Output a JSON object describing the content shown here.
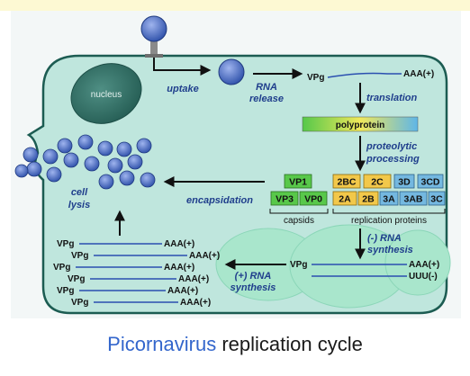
{
  "caption": {
    "link": "Picornavirus",
    "rest": " replication cycle"
  },
  "labels": {
    "nucleus": "nucleus",
    "uptake": "uptake",
    "rna_release": [
      "RNA",
      "release"
    ],
    "vpg": "VPg",
    "aaa": "AAA(+)",
    "uuu": "UUU(-)",
    "translation": "translation",
    "polyprotein": "polyprotein",
    "proteolytic": [
      "proteolytic",
      "processing"
    ],
    "encapsidation": "encapsidation",
    "cell_lysis": [
      "cell",
      "lysis"
    ],
    "capsids": "capsids",
    "replication_proteins": "replication  proteins",
    "minus_synth": [
      "(-) RNA",
      "synthesis"
    ],
    "plus_synth": [
      "(+) RNA",
      "synthesis"
    ]
  },
  "capsid_proteins": [
    "VP1",
    "VP3",
    "VP0"
  ],
  "replication_protein_boxes": [
    "2BC",
    "2C",
    "3D",
    "3CD",
    "2A",
    "2B",
    "3A",
    "3AB",
    "3C"
  ],
  "colors": {
    "cell_fill": "#bfe6dd",
    "cell_stroke": "#1c5c52",
    "nucleus": "#2f6d64",
    "virion": "#3a5fb8",
    "capsid_box": "#58c84a",
    "protein_box_yellow": "#f2c84a",
    "protein_box_blue": "#74b8e0",
    "label_blue": "#1f3e8c",
    "caption_link": "#3366cc"
  }
}
